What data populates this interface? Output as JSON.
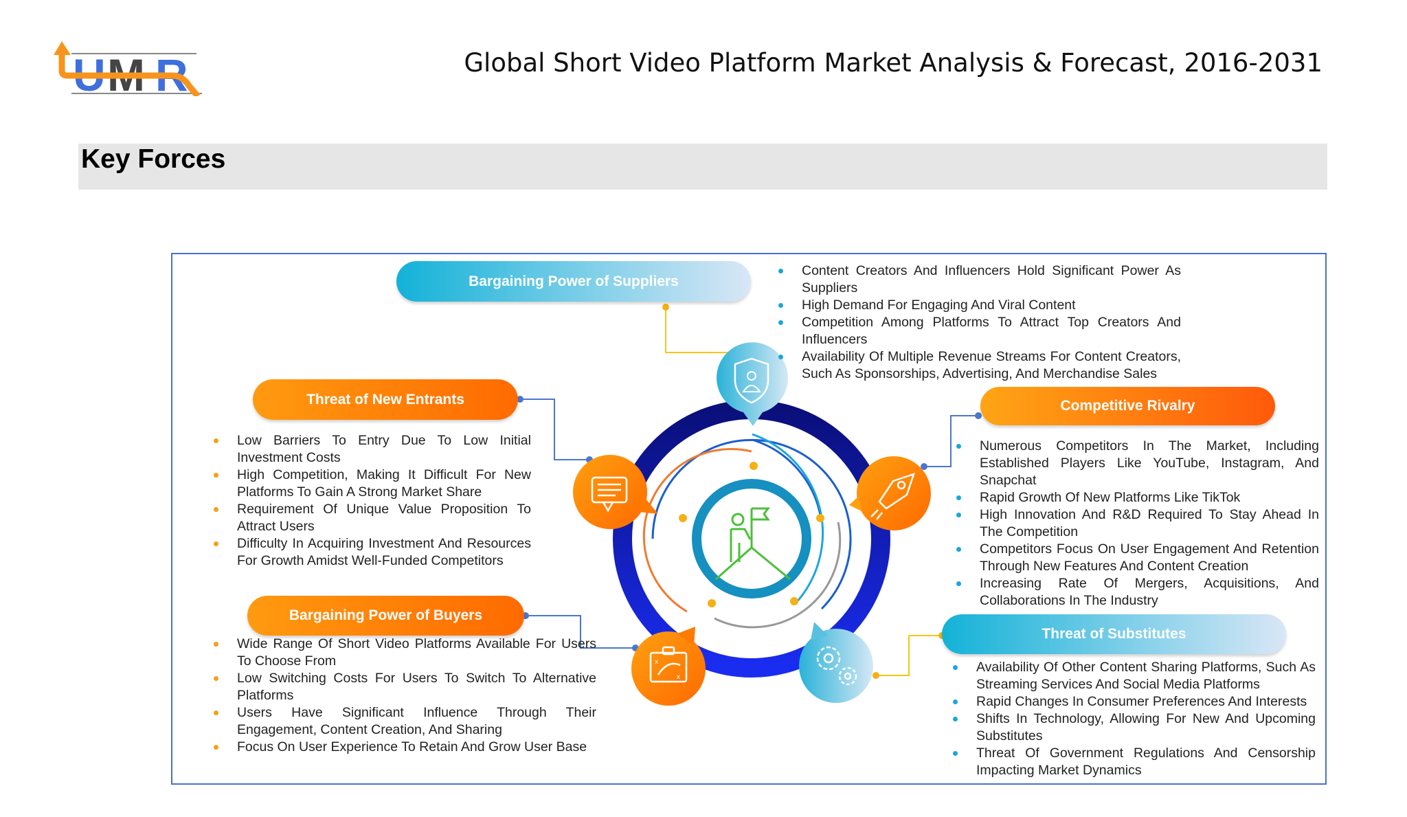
{
  "header": {
    "logo_text": "UMR",
    "title": "Global Short Video Platform Market Analysis & Forecast, 2016-2031"
  },
  "section": {
    "title": "Key Forces"
  },
  "forces": {
    "suppliers": {
      "label": "Bargaining Power of Suppliers",
      "icon": "shield-person-icon",
      "points": [
        "Content Creators And Influencers Hold Significant Power As Suppliers",
        "High Demand For Engaging And Viral Content",
        "Competition Among Platforms To Attract Top Creators And Influencers",
        "Availability Of Multiple Revenue Streams For Content Creators, Such As Sponsorships, Advertising, And Merchandise Sales"
      ]
    },
    "new_entrants": {
      "label": "Threat of New Entrants",
      "icon": "chat-document-icon",
      "points": [
        "Low Barriers To Entry Due To Low Initial Investment Costs",
        "High Competition, Making It Difficult For New Platforms To Gain A Strong Market Share",
        "Requirement Of Unique Value Proposition To Attract Users",
        "Difficulty In Acquiring Investment And Resources For Growth Amidst Well-Funded Competitors"
      ]
    },
    "rivalry": {
      "label": "Competitive Rivalry",
      "icon": "rocket-icon",
      "points": [
        "Numerous Competitors In The Market, Including Established Players Like YouTube, Instagram, And Snapchat",
        "Rapid Growth Of New Platforms Like TikTok",
        "High Innovation And R&D Required To Stay Ahead In The Competition",
        "Competitors Focus On User Engagement And Retention Through New Features And Content Creation",
        "Increasing Rate Of Mergers, Acquisitions, And Collaborations In The Industry"
      ]
    },
    "buyers": {
      "label": "Bargaining Power of Buyers",
      "icon": "strategy-board-icon",
      "points": [
        "Wide Range Of Short Video Platforms Available For Users To Choose From",
        "Low Switching Costs For Users To Switch To Alternative Platforms",
        "Users Have Significant Influence Through Their Engagement, Content Creation, And Sharing",
        "Focus On User Experience To Retain And Grow User Base"
      ]
    },
    "substitutes": {
      "label": "Threat of Substitutes",
      "icon": "gears-icon",
      "points": [
        "Availability Of Other Content Sharing Platforms, Such As Streaming Services And Social Media Platforms",
        "Rapid Changes In Consumer Preferences And Interests",
        "Shifts In Technology, Allowing For New And Upcoming Substitutes",
        "Threat Of Government Regulations And Censorship Impacting Market Dynamics"
      ]
    }
  },
  "colors": {
    "orange": "#ff7a00",
    "blue": "#13b2d8",
    "navy": "#0a0f8a",
    "frame": "#4a6fd0",
    "green": "#4cbf3a"
  }
}
